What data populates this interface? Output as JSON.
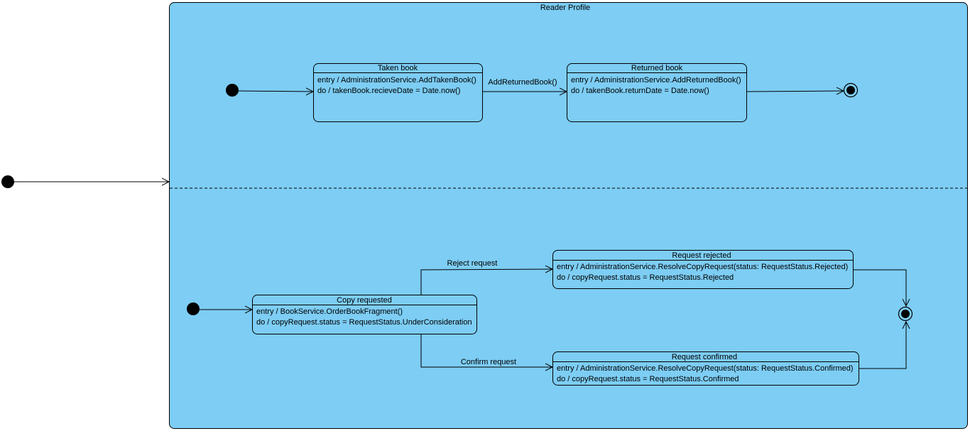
{
  "diagram": {
    "composite_state": {
      "name": "Reader Profile"
    },
    "states": {
      "taken_book": {
        "name": "Taken book",
        "entry": "entry / AdministrationService.AddTakenBook()",
        "do": "do / takenBook.recieveDate = Date.now()"
      },
      "returned_book": {
        "name": "Returned book",
        "entry": "entry / AdministrationService.AddReturnedBook()",
        "do": "do / takenBook.returnDate = Date.now()"
      },
      "copy_requested": {
        "name": "Copy requested",
        "entry": "entry / BookService.OrderBookFragment()",
        "do": "do / copyRequest.status = RequestStatus.UnderConsideration"
      },
      "request_rejected": {
        "name": "Request rejected",
        "entry": "entry / AdministrationService.ResolveCopyRequest(status: RequestStatus.Rejected)",
        "do": "do / copyRequest.status = RequestStatus.Rejected"
      },
      "request_confirmed": {
        "name": "Request confirmed",
        "entry": "entry / AdministrationService.ResolveCopyRequest(status: RequestStatus.Confirmed)",
        "do": "do / copyRequest.status = RequestStatus.Confirmed"
      }
    },
    "transitions": {
      "add_returned_book": "AddReturnedBook()",
      "reject_request": "Reject request",
      "confirm_request": "Confirm request"
    },
    "colors": {
      "state_fill": "#7dcdf4",
      "stroke": "#000000"
    }
  }
}
